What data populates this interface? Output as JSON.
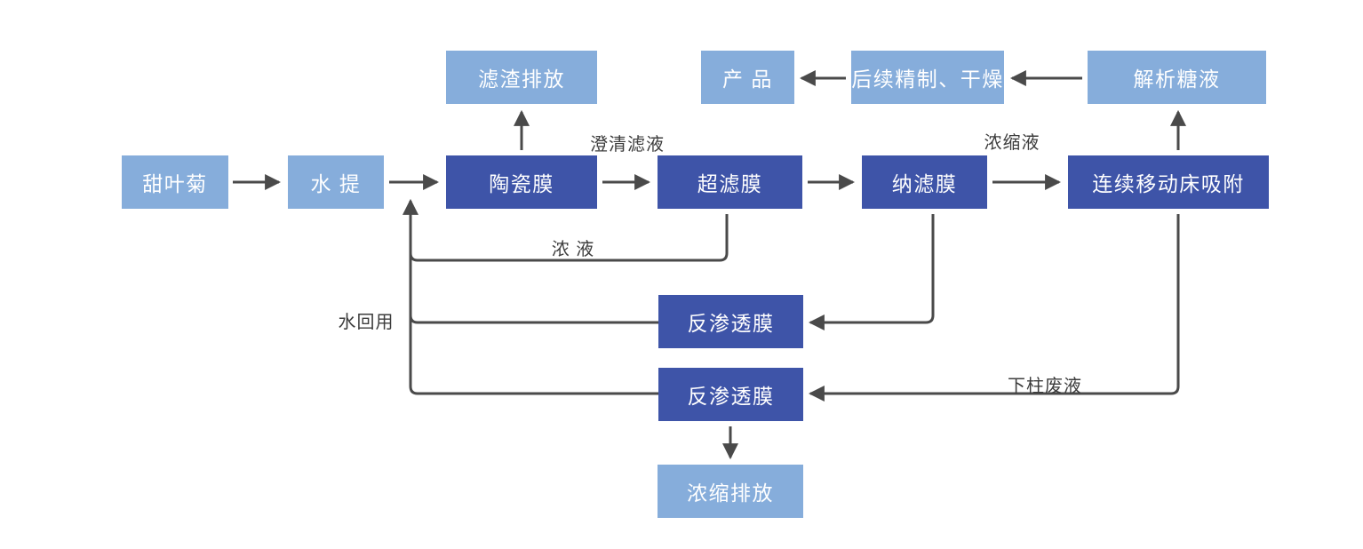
{
  "diagram": {
    "background": "#ffffff",
    "colors": {
      "light_node_fill": "#86ADDB",
      "dark_node_fill": "#3E54A8",
      "node_text": "#FFFFFF",
      "connector": "#4A4A4A",
      "edge_label_text": "#3D3D3D"
    },
    "nodes": {
      "stevia": {
        "label": "甜叶菊"
      },
      "water_extraction": {
        "label": "水 提"
      },
      "ceramic_membrane": {
        "label": "陶瓷膜"
      },
      "ultrafiltration": {
        "label": "超滤膜"
      },
      "nanofiltration": {
        "label": "纳滤膜"
      },
      "moving_bed_adsorption": {
        "label": "连续移动床吸附"
      },
      "residue_discharge": {
        "label": "滤渣排放"
      },
      "product": {
        "label": "产 品"
      },
      "refining_drying": {
        "label": "后续精制、干燥"
      },
      "desorbed_syrup": {
        "label": "解析糖液"
      },
      "reverse_osmosis_1": {
        "label": "反渗透膜"
      },
      "reverse_osmosis_2": {
        "label": "反渗透膜"
      },
      "concentrate_discharge": {
        "label": "浓缩排放"
      }
    },
    "edge_labels": {
      "clarified_filtrate": {
        "text": "澄清滤液"
      },
      "concentrated_liquid": {
        "text": "浓缩液"
      },
      "retentate": {
        "text": "浓 液"
      },
      "water_reuse": {
        "text": "水回用"
      },
      "column_waste": {
        "text": "下柱废液"
      }
    }
  }
}
